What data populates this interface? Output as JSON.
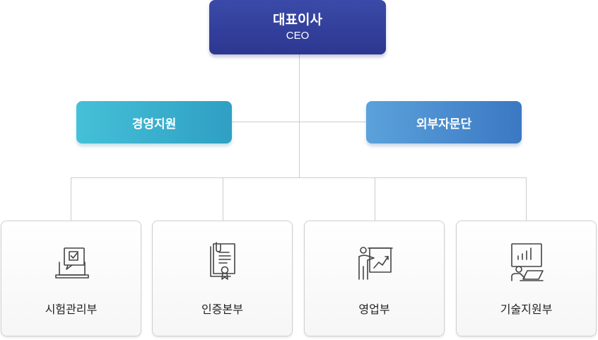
{
  "ceo": {
    "title": "대표이사",
    "subtitle": "CEO"
  },
  "side_units": [
    {
      "label": "경영지원"
    },
    {
      "label": "외부자문단"
    }
  ],
  "departments": [
    {
      "label": "시험관리부",
      "icon": "laptop-checkmark-icon"
    },
    {
      "label": "인증본부",
      "icon": "certificate-document-icon"
    },
    {
      "label": "영업부",
      "icon": "presentation-chart-icon"
    },
    {
      "label": "기술지원부",
      "icon": "technical-support-icon"
    }
  ],
  "colors": {
    "ceo": "#2f3a95",
    "side_left": "#39afcc",
    "side_right": "#4a8bd0",
    "connector": "#cccccc",
    "department_border": "#cfcfcf",
    "icon_stroke": "#444444"
  }
}
